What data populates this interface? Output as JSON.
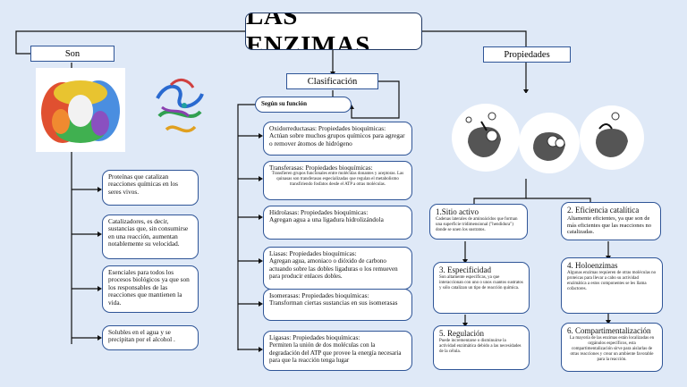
{
  "title": "LAS ENZIMAS",
  "son": {
    "label": "Son",
    "items": [
      "Proteínas que catalizan reacciones químicas en los seres vivos.",
      "Catalizadores, es decir, sustancias que, sin consumirse en una reacción, aumentan notablemente su velocidad.",
      "Esenciales para todos los procesos biológicos ya que son los responsables de las reacciones que mantienen la vida.",
      "Solubles en el agua y se precipitan por el alcohol ."
    ]
  },
  "clasificacion": {
    "label": "Clasificación",
    "segun": "Según su función",
    "items": [
      {
        "name": "Oxidorreductasas: Propiedades bioquímicas:",
        "desc": "Actúan sobre muchos grupos químicos para agregar o remover átomos de hidrógeno"
      },
      {
        "name": "Transferasas: Propiedades bioquímicas:",
        "desc": "Transfieren grupos funcionales entre moléculas donantes y aceptoras. Las quinasas son transferasas especializadas que regulan el metabolismo transfiriendo fosfatos desde el ATP a otras moléculas."
      },
      {
        "name": "Hidrolasas: Propiedades bioquímicas:",
        "desc": "Agregan agua a una ligadura hidrolizándola"
      },
      {
        "name": "Liasas: Propiedades bioquímicas:",
        "desc": "Agregan agua, amoniaco o dióxido de carbono actuando sobre las dobles ligaduras o los remueven para producir enlaces dobles."
      },
      {
        "name": "Isomerasas: Propiedades bioquímicas:",
        "desc": "Transforman ciertas sustancias en sus isomerasas"
      },
      {
        "name": "Ligasas: Propiedades bioquímicas:",
        "desc": "Permiten la unión de dos moléculas con la degradación del ATP que provee la energía necesaria para que la reacción tenga lugar"
      }
    ]
  },
  "propiedades": {
    "label": "Propiedades",
    "items": [
      {
        "name": "1.Sitio activo",
        "desc": "Cadenas laterales de aminoácidos que forman una superficie tridimensional (\"hendidura\") donde se unen los sustratos."
      },
      {
        "name": "2. Eficiencia catalítica",
        "desc": "Altamente eficientes, ya que son de más eficientes que las reacciones no catalizadas."
      },
      {
        "name": "3. Especificidad",
        "desc": "Son altamente específicas, ya que interaccionan con uno o unos cuantos sustratos y sólo catalizan un tipo de reacción química."
      },
      {
        "name": "4. Holoenzimas",
        "desc": "Algunas enzimas requieren de otras moléculas no proteicas para llevar a cabo su actividad enzimática a estos componentes se les llama cofactores."
      },
      {
        "name": "5. Regulación",
        "desc": "Puede incrementarse o disminuirse la actividad enzimática debido a las necesidades de la célula."
      },
      {
        "name": "6. Compartimentalización",
        "desc": "La mayoría de las enzimas están localizadas en orgánulos específicos, esta compartimentalización sirve para aislarlas de otras reacciones y crear un ambiente favorable para la reacción."
      }
    ]
  }
}
